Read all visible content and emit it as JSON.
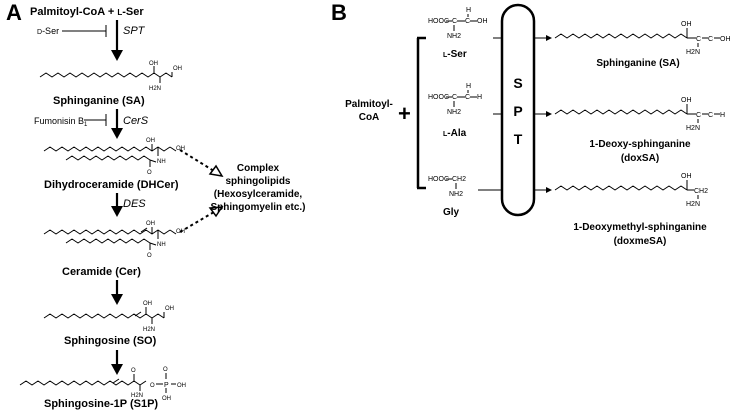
{
  "panelA": {
    "letter": "A",
    "start_left": "Palmitoyl-CoA + ",
    "start_l": "L",
    "start_right": "-Ser",
    "inhib1_d": "D",
    "inhib1_rest": "-Ser",
    "enzyme1": "SPT",
    "product1": "Sphinganine (SA)",
    "inhib2": "Fumonisin B",
    "inhib2_sub": "1",
    "enzyme2": "CerS",
    "product2": "Dihydroceramide (DHCer)",
    "enzyme3": "DES",
    "product3": "Ceramide (Cer)",
    "product4": "Sphingosine (SO)",
    "product5": "Sphingosine-1P (S1P)",
    "complex": [
      "Complex",
      "sphingolipids",
      "(Hexosylceramide,",
      "Sphingomyelin etc.)"
    ]
  },
  "panelB": {
    "letter": "B",
    "substrate": [
      "Palmitoyl-",
      "CoA"
    ],
    "plus": "+",
    "aa": [
      {
        "l": "L",
        "rest": "-Ser"
      },
      {
        "l": "L",
        "rest": "-Ala"
      },
      {
        "l": "",
        "rest": "Gly"
      }
    ],
    "enzyme_letters": [
      "S",
      "P",
      "T"
    ],
    "products": [
      {
        "name": "Sphinganine (SA)",
        "abbr": ""
      },
      {
        "name": "1-Deoxy-sphinganine",
        "abbr": "(doxSA)"
      },
      {
        "name": "1-Deoxymethyl-sphinganine",
        "abbr": "(doxmeSA)"
      }
    ]
  },
  "chem": {
    "oh": "OH",
    "h2n": "H2N",
    "o": "O",
    "nh": "NH",
    "hooc": "HOOC",
    "nh2": "NH2",
    "h": "H",
    "ch2": "CH2",
    "c": "C",
    "p": "P"
  }
}
